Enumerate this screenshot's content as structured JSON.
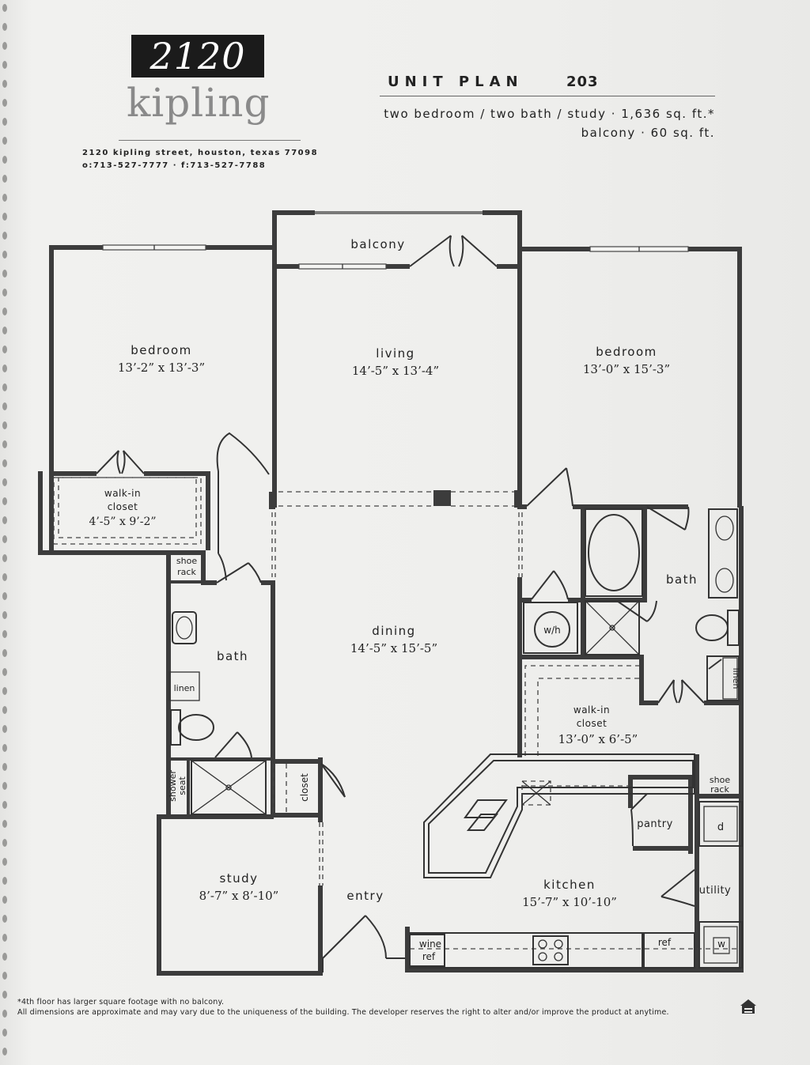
{
  "brand": {
    "number": "2120",
    "name": "kipling"
  },
  "address": {
    "street": "2120 kipling street, houston, texas 77098",
    "phones": "o:713-527-7777  ·  f:713-527-7788"
  },
  "unit": {
    "title": "UNIT PLAN",
    "number": "203",
    "description": "two bedroom / two bath / study · 1,636 sq. ft.*",
    "balcony": "balcony ·    60 sq. ft."
  },
  "rooms": {
    "balcony": "balcony",
    "bedroom_left": {
      "name": "bedroom",
      "size": "13’-2” x 13’-3”"
    },
    "living": {
      "name": "living",
      "size": "14’-5” x 13’-4”"
    },
    "bedroom_right": {
      "name": "bedroom",
      "size": "13’-0” x 15’-3”"
    },
    "walkin_left": {
      "name1": "walk-in",
      "name2": "closet",
      "size": "4’-5” x 9’-2”"
    },
    "shoe_rack_left": {
      "l1": "shoe",
      "l2": "rack"
    },
    "bath_left": "bath",
    "linen_left": "linen",
    "dining": {
      "name": "dining",
      "size": "14’-5” x 15’-5”"
    },
    "bath_right": "bath",
    "wh": "w/h",
    "linen_right": "linen",
    "walkin_right": {
      "name1": "walk-in",
      "name2": "closet",
      "size": "13’-0” x 6’-5”"
    },
    "shower_seat": {
      "l1": "shower",
      "l2": "seat"
    },
    "closet": "closet",
    "shoe_rack_right": {
      "l1": "shoe",
      "l2": "rack"
    },
    "pantry": "pantry",
    "dryer": "d",
    "study": {
      "name": "study",
      "size": "8’-7” x 8’-10”"
    },
    "entry": "entry",
    "kitchen": {
      "name": "kitchen",
      "size": "15’-7” x 10’-10”"
    },
    "utility": "utility",
    "wine_ref": {
      "l1": "wine",
      "l2": "ref"
    },
    "ref": "ref",
    "washer": "w"
  },
  "footnotes": {
    "line1": "*4th floor has larger square footage with no balcony.",
    "line2": "All dimensions are approximate and may vary due to the uniqueness of the building. The developer reserves the right to alter and/or improve the product at anytime."
  },
  "colors": {
    "wall": "#3c3c3c",
    "paper": "#efefed",
    "ink": "#222222",
    "logo_bg": "#1b1b1b",
    "logo_word": "#8a8a8a"
  },
  "icons": [
    "equal-housing-icon",
    "sink-icon",
    "toilet-icon",
    "tub-icon",
    "shower-drain-icon",
    "cooktop-icon"
  ]
}
